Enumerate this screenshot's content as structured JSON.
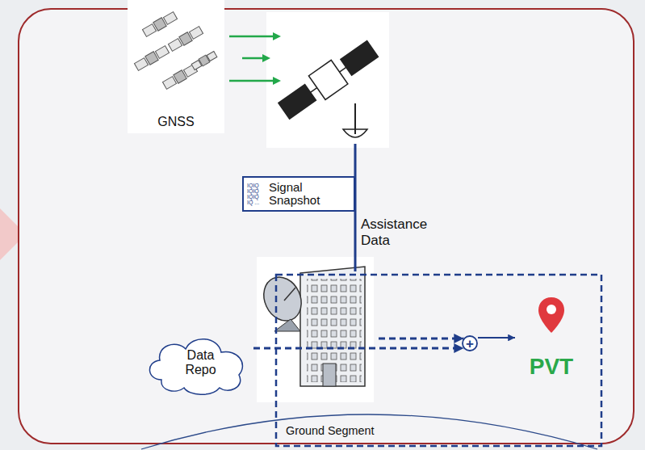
{
  "diagram": {
    "nodes": [
      {
        "text": [
          "GNSS"
        ]
      },
      {
        "text": [
          "IQIQ IQIQ IQIQ IQ ...",
          "Signal Snapshot"
        ]
      },
      {
        "text": [
          "Data Repo"
        ]
      },
      {
        "text": [
          "Ground Segment"
        ]
      },
      {
        "text": [
          "+"
        ]
      },
      {
        "text": [
          "PVT"
        ]
      }
    ],
    "edges": [
      {
        "from": 2,
        "to": 4,
        "arrow": "to"
      },
      {
        "from": 3,
        "to": 4,
        "arrow": "to"
      },
      {
        "from": 4,
        "to": 5,
        "arrow": "to"
      }
    ],
    "labels": [
      "Assistance Data"
    ]
  }
}
